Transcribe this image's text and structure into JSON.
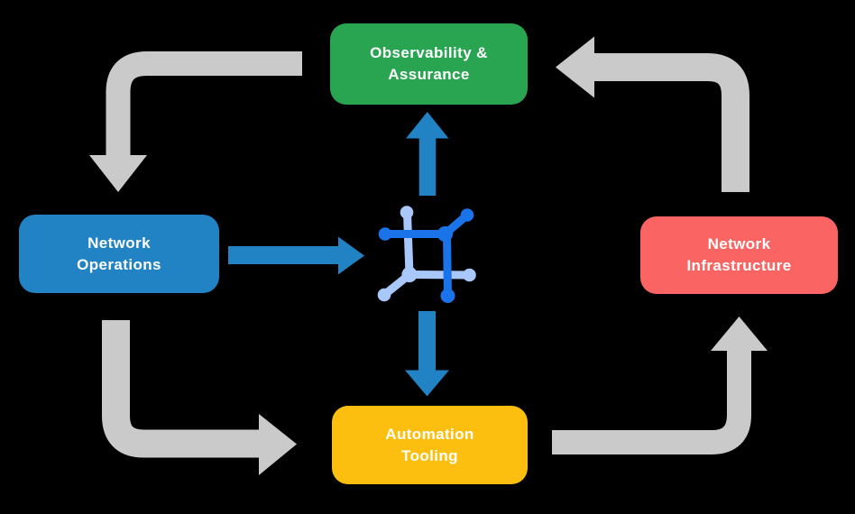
{
  "diagram": {
    "type": "cycle-flow-diagram",
    "nodes": {
      "observability": {
        "label": "Observability &\nAssurance",
        "color": "#29a551"
      },
      "operations": {
        "label": "Network\nOperations",
        "color": "#2182c4"
      },
      "infrastructure": {
        "label": "Network\nInfrastructure",
        "color": "#fa6462"
      },
      "automation": {
        "label": "Automation\nTooling",
        "color": "#fcbf10"
      }
    },
    "icon": {
      "name": "network-mesh-icon",
      "color_primary": "#1a73e8",
      "color_secondary": "#a8c7fa"
    },
    "colors": {
      "background": "#000000",
      "arrow_cycle_gray": "#cacaca",
      "arrow_flow_blue": "#2182c4",
      "text": "#ffffff"
    },
    "arrows": {
      "cycle": [
        {
          "from": "observability",
          "to": "operations"
        },
        {
          "from": "operations",
          "to": "automation"
        },
        {
          "from": "automation",
          "to": "infrastructure"
        },
        {
          "from": "infrastructure",
          "to": "observability"
        }
      ],
      "flow": [
        {
          "from": "operations",
          "to": "network-mesh-icon"
        },
        {
          "from": "network-mesh-icon",
          "to": "observability"
        },
        {
          "from": "network-mesh-icon",
          "to": "automation"
        }
      ]
    }
  }
}
